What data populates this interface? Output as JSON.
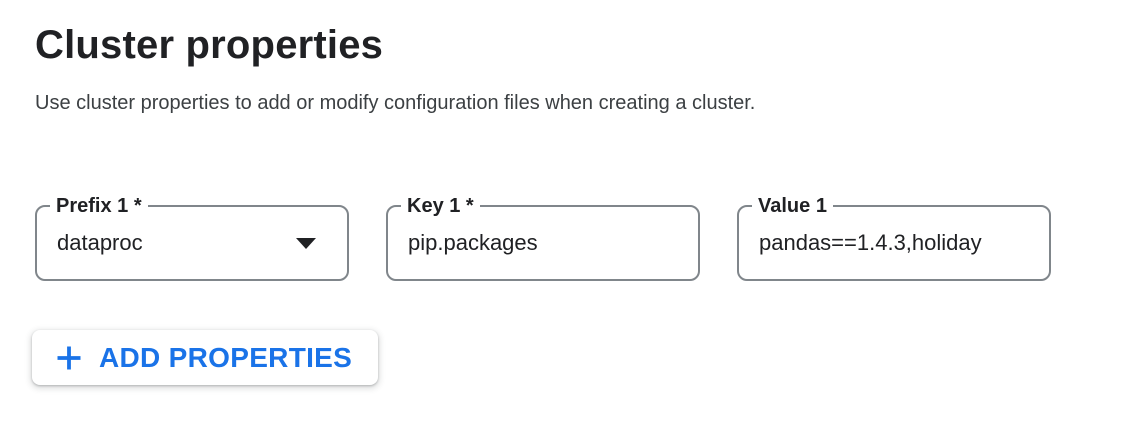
{
  "page": {
    "title": "Cluster properties",
    "description": "Use cluster properties to add or modify configuration files when creating a cluster."
  },
  "fields": [
    {
      "label": "Prefix 1 *",
      "value": "dataproc",
      "control": "dropdown",
      "icon": "dropdown-arrow-icon",
      "required": true
    },
    {
      "label": "Key 1 *",
      "value": "pip.packages",
      "control": "text-input",
      "required": true
    },
    {
      "label": "Value 1",
      "value": "pandas==1.4.3,holiday",
      "control": "text-input",
      "required": false,
      "truncated": true
    }
  ],
  "buttons": {
    "add_properties": {
      "label": "ADD PROPERTIES",
      "icon": "plus-icon"
    }
  },
  "colors": {
    "accent_blue": "#1a73e8",
    "text_primary": "#202124",
    "text_secondary": "#3c4043",
    "field_border": "#80868b",
    "surface": "#ffffff"
  }
}
